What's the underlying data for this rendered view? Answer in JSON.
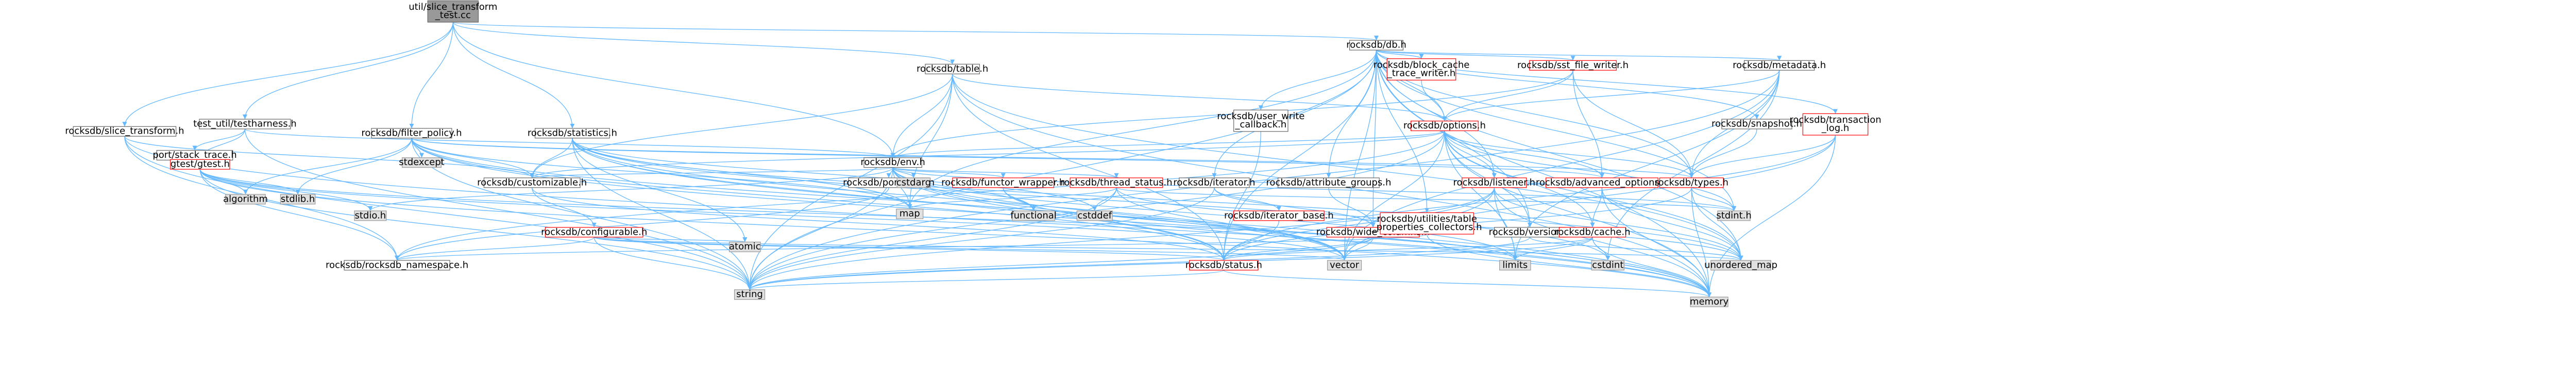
{
  "diagram": {
    "title": "",
    "colors": {
      "edge": "#63B8FF",
      "root_fill": "#999999",
      "normal_fill": "#ffffff",
      "normal_border": "#666666",
      "red_border": "#ff0000",
      "gray_fill": "#e0e0e0",
      "gray_border": "#999999"
    },
    "nodes": [
      {
        "id": "root",
        "label": "util/slice_transform\n_test.cc",
        "style": "root"
      },
      {
        "id": "db",
        "label": "rocksdb/db.h",
        "style": "normal"
      },
      {
        "id": "table",
        "label": "rocksdb/table.h",
        "style": "normal"
      },
      {
        "id": "testharness",
        "label": "test_util/testharness.h",
        "style": "normal"
      },
      {
        "id": "slicetransform",
        "label": "rocksdb/slice_transform.h",
        "style": "normal"
      },
      {
        "id": "filterpolicy",
        "label": "rocksdb/filter_policy.h",
        "style": "normal"
      },
      {
        "id": "statistics",
        "label": "rocksdb/statistics.h",
        "style": "normal"
      },
      {
        "id": "blockcache",
        "label": "rocksdb/block_cache\n_trace_writer.h",
        "style": "red"
      },
      {
        "id": "sstfilewriter",
        "label": "rocksdb/sst_file_writer.h",
        "style": "red"
      },
      {
        "id": "metadata",
        "label": "rocksdb/metadata.h",
        "style": "normal"
      },
      {
        "id": "options",
        "label": "rocksdb/options.h",
        "style": "red"
      },
      {
        "id": "userwrite",
        "label": "rocksdb/user_write\n_callback.h",
        "style": "normal"
      },
      {
        "id": "snapshot",
        "label": "rocksdb/snapshot.h",
        "style": "normal"
      },
      {
        "id": "transactionlog",
        "label": "rocksdb/transaction\n_log.h",
        "style": "red"
      },
      {
        "id": "portstack",
        "label": "port/stack_trace.h",
        "style": "normal"
      },
      {
        "id": "gtest",
        "label": "gtest/gtest.h",
        "style": "red"
      },
      {
        "id": "env",
        "label": "rocksdb/env.h",
        "style": "normal"
      },
      {
        "id": "stdexcept",
        "label": "stdexcept",
        "style": "gray"
      },
      {
        "id": "customizable",
        "label": "rocksdb/customizable.h",
        "style": "normal"
      },
      {
        "id": "portdefs",
        "label": "rocksdb/port_defs.h",
        "style": "normal"
      },
      {
        "id": "cstdarg",
        "label": "cstdarg",
        "style": "gray"
      },
      {
        "id": "functorwrapper",
        "label": "rocksdb/functor_wrapper.h",
        "style": "red"
      },
      {
        "id": "threadstatus",
        "label": "rocksdb/thread_status.h",
        "style": "red"
      },
      {
        "id": "iterator",
        "label": "rocksdb/iterator.h",
        "style": "normal"
      },
      {
        "id": "attributegroups",
        "label": "rocksdb/attribute_groups.h",
        "style": "normal"
      },
      {
        "id": "listener",
        "label": "rocksdb/listener.h",
        "style": "red"
      },
      {
        "id": "advancedoptions",
        "label": "rocksdb/advanced_options.h",
        "style": "red"
      },
      {
        "id": "types",
        "label": "rocksdb/types.h",
        "style": "red"
      },
      {
        "id": "algorithm",
        "label": "algorithm",
        "style": "gray"
      },
      {
        "id": "stdlib",
        "label": "stdlib.h",
        "style": "gray"
      },
      {
        "id": "stdio",
        "label": "stdio.h",
        "style": "gray"
      },
      {
        "id": "configurable",
        "label": "rocksdb/configurable.h",
        "style": "red"
      },
      {
        "id": "map",
        "label": "map",
        "style": "gray"
      },
      {
        "id": "functional",
        "label": "functional",
        "style": "gray"
      },
      {
        "id": "cstddef",
        "label": "cstddef",
        "style": "gray"
      },
      {
        "id": "iteratorbase",
        "label": "rocksdb/iterator_base.h",
        "style": "red"
      },
      {
        "id": "widecolumns",
        "label": "rocksdb/wide_columns.h",
        "style": "red"
      },
      {
        "id": "tableproperties",
        "label": "rocksdb/utilities/table\n_properties_collectors.h",
        "style": "red"
      },
      {
        "id": "version",
        "label": "rocksdb/version.h",
        "style": "normal"
      },
      {
        "id": "cache",
        "label": "rocksdb/cache.h",
        "style": "red"
      },
      {
        "id": "stdint",
        "label": "stdint.h",
        "style": "gray"
      },
      {
        "id": "namespace",
        "label": "rocksdb/rocksdb_namespace.h",
        "style": "normal"
      },
      {
        "id": "atomic",
        "label": "atomic",
        "style": "gray"
      },
      {
        "id": "status",
        "label": "rocksdb/status.h",
        "style": "red"
      },
      {
        "id": "vector",
        "label": "vector",
        "style": "gray"
      },
      {
        "id": "limits",
        "label": "limits",
        "style": "gray"
      },
      {
        "id": "cstdint",
        "label": "cstdint",
        "style": "gray"
      },
      {
        "id": "unorderedmap",
        "label": "unordered_map",
        "style": "gray"
      },
      {
        "id": "string",
        "label": "string",
        "style": "gray"
      },
      {
        "id": "memory",
        "label": "memory",
        "style": "gray"
      }
    ]
  }
}
